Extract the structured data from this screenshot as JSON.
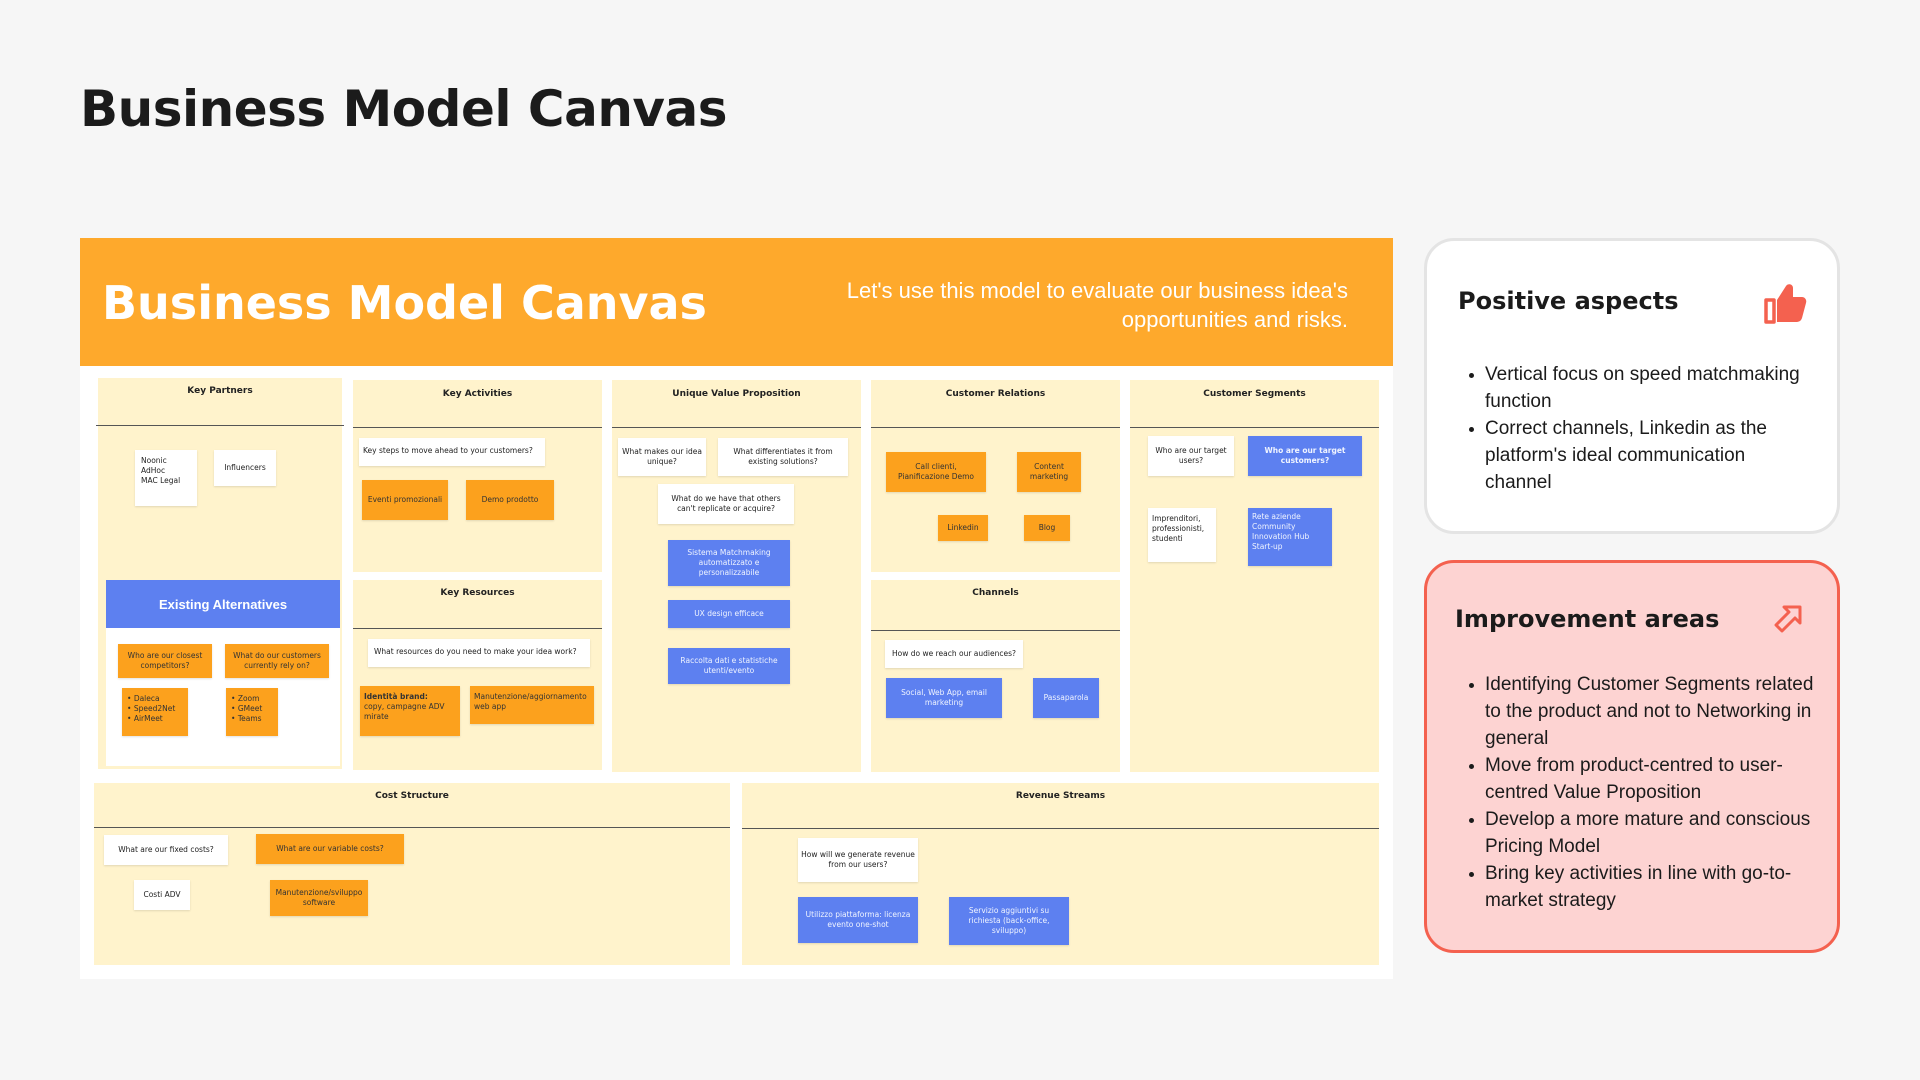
{
  "page": {
    "title": "Business Model Canvas"
  },
  "canvas": {
    "title": "Business Model Canvas",
    "subtitle": "Let's use this model to evaluate our business idea's opportunities and risks.",
    "key_partners": {
      "title": "Key Partners",
      "notes": [
        "Noonic\nAdHoc\nMAC Legal",
        "Influencers"
      ],
      "existing_alternatives": {
        "title": "Existing Alternatives",
        "q1": "Who are our closest competitors?",
        "q2": "What do our customers currently rely on?",
        "list1": [
          "Daleca",
          "Speed2Net",
          "AirMeet"
        ],
        "list2": [
          "Zoom",
          "GMeet",
          "Teams"
        ]
      }
    },
    "key_activities": {
      "title": "Key Activities",
      "question": "Key steps to move ahead to your customers?",
      "notes": [
        "Eventi promozionali",
        "Demo prodotto"
      ]
    },
    "key_resources": {
      "title": "Key Resources",
      "question": "What resources do you need to make your idea work?",
      "note1_title": "Identità brand:",
      "note1_text": "copy, campagne ADV mirate",
      "note2": "Manutenzione/aggiornamento web app"
    },
    "uvp": {
      "title": "Unique Value Proposition",
      "q1": "What makes our idea unique?",
      "q2": "What differentiates it from existing solutions?",
      "q3": "What do we have that others can't replicate or acquire?",
      "notes": [
        "Sistema Matchmaking automatizzato e personalizzabile",
        "UX design efficace",
        "Raccolta dati e statistiche utenti/evento"
      ]
    },
    "customer_relations": {
      "title": "Customer Relations",
      "notes": [
        "Call clienti, Pianificazione Demo",
        "Content marketing",
        "Linkedin",
        "Blog"
      ]
    },
    "channels": {
      "title": "Channels",
      "question": "How do we reach our audiences?",
      "notes": [
        "Social, Web App, email marketing",
        "Passaparola"
      ]
    },
    "customer_segments": {
      "title": "Customer Segments",
      "q1": "Who are our target users?",
      "q2": "Who are our target customers?",
      "n1": "Imprenditori, professionisti, studenti",
      "n2": "Rete aziende Community Innovation Hub Start-up"
    },
    "cost_structure": {
      "title": "Cost Structure",
      "q1": "What are our fixed costs?",
      "q2": "What are our variable costs?",
      "n1": "Costi ADV",
      "n2": "Manutenzione/sviluppo software"
    },
    "revenue_streams": {
      "title": "Revenue Streams",
      "question": "How will we generate revenue from our users?",
      "n1": "Utilizzo piattaforma: licenza evento one-shot",
      "n2": "Servizio aggiuntivi su richiesta (back-office, sviluppo)"
    }
  },
  "positive": {
    "title": "Positive aspects",
    "icon": "thumbs-up-icon",
    "items": [
      "Vertical focus on speed matchmaking function",
      "Correct channels, Linkedin as the platform's ideal communication channel"
    ]
  },
  "improvement": {
    "title": "Improvement areas",
    "icon": "arrow-up-right-icon",
    "items": [
      "Identifying Customer Segments related to the product and not to Networking in general",
      "Move from product-centred to user-centred Value Proposition",
      "Develop a more mature and conscious Pricing Model",
      "Bring key activities in line with go-to-market strategy"
    ]
  },
  "colors": {
    "orange": "#fea92c",
    "blue": "#5d80f0",
    "red": "#f4614f",
    "pink": "#fdd3d2",
    "cream": "#fff3cc"
  }
}
